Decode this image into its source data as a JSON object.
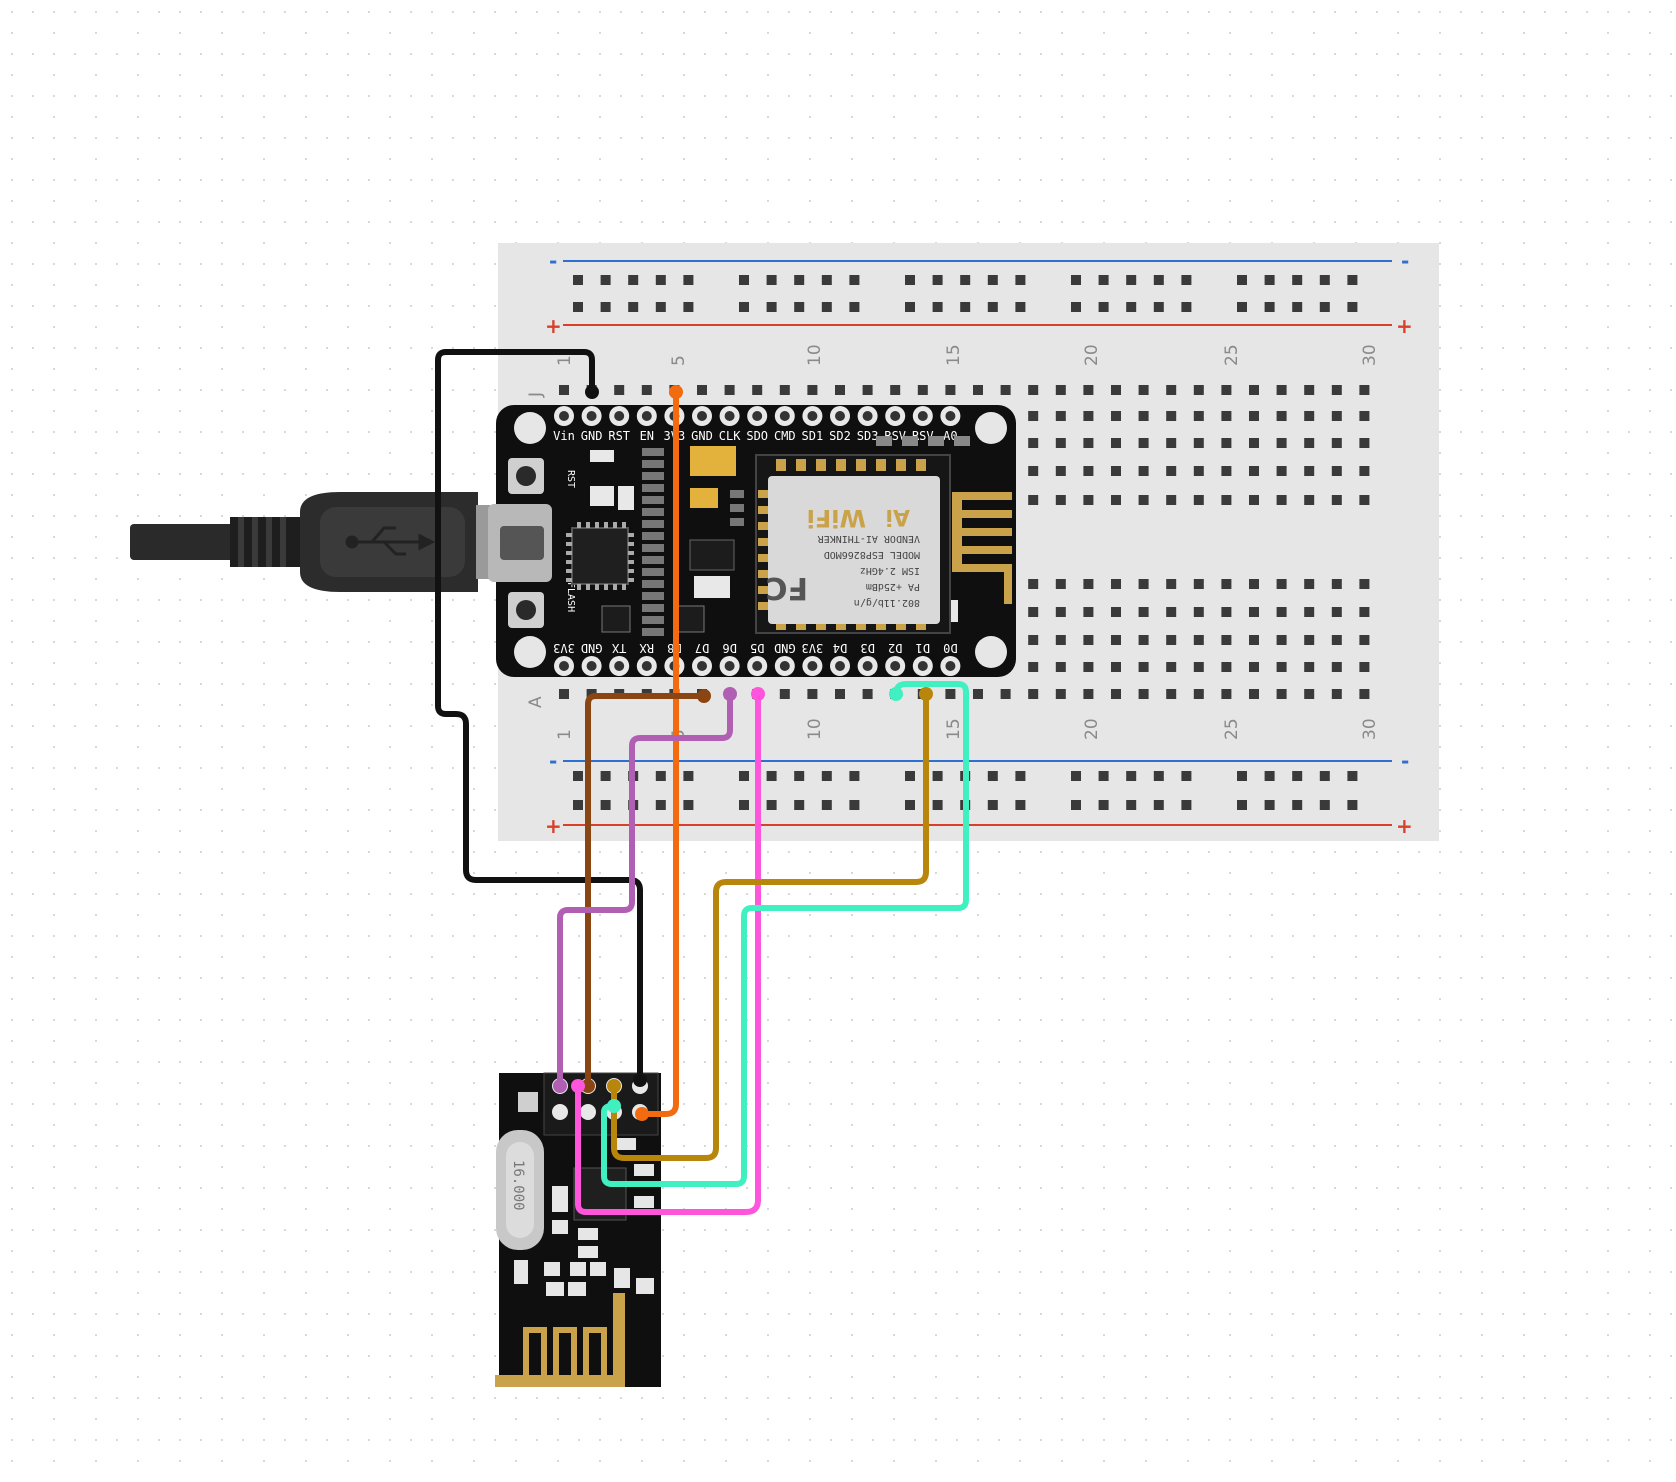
{
  "breadboard": {
    "column_numbers": [
      "1",
      "5",
      "10",
      "15",
      "20",
      "25",
      "30"
    ],
    "row_labels": {
      "top": "J",
      "bottom": "A"
    },
    "rail_minus": "-",
    "rail_plus": "+"
  },
  "nodemcu": {
    "top_pins": [
      "Vin",
      "GND",
      "RST",
      "EN",
      "3V3",
      "GND",
      "CLK",
      "SDO",
      "CMD",
      "SD1",
      "SD2",
      "SD3",
      "RSV",
      "RSV",
      "A0"
    ],
    "bottom_pins": [
      "3V3",
      "GND",
      "TX",
      "RX",
      "D8",
      "D7",
      "D6",
      "D5",
      "GND",
      "3V3",
      "D4",
      "D3",
      "D2",
      "D1",
      "D0"
    ],
    "button_rst": "RST",
    "button_flash": "FLASH",
    "esp_module": {
      "fcc_line": "802.11b/g/n",
      "pa_line": "PA +25dBm",
      "ism_line": "ISM 2.4GHz",
      "model_line": "MODEL ESP8266MOD",
      "vendor_line": "VENDOR AI-THINKER",
      "wifi_text": "WiFi",
      "ai_text": "Ai"
    }
  },
  "nrf24": {
    "crystal_label": "16.000"
  },
  "wire_colors": {
    "gnd": "#111111",
    "vcc": "#f26b0f",
    "ce": "#8b4513",
    "csn": "#ff55dd",
    "sck": "#ff55dd",
    "mosi": "#b15fb3",
    "miso": "#b8860b",
    "irq": "#40f0c0"
  },
  "colors": {
    "breadboard": "#e6e6e6",
    "rail_blue": "#2e6fd1",
    "rail_red": "#d8402a",
    "pcb": "#0f0f0f",
    "gold": "#c9a24a",
    "usb_cable": "#2a2a2a"
  }
}
